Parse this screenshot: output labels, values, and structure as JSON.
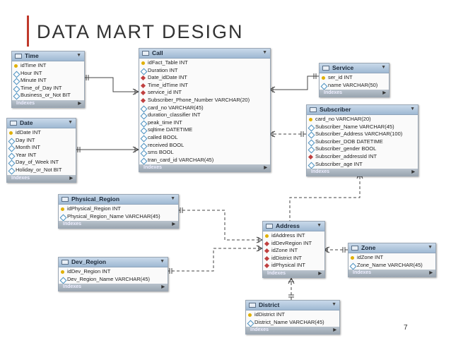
{
  "slide": {
    "title": "DATA MART DESIGN",
    "page_number": "7"
  },
  "indexes_label": "Indexes",
  "tables": {
    "time": {
      "name": "Time",
      "columns": [
        {
          "text": "idTime INT",
          "icon": "key"
        },
        {
          "text": "Hour INT",
          "icon": "column"
        },
        {
          "text": "Minute INT",
          "icon": "column"
        },
        {
          "text": "Time_of_Day INT",
          "icon": "column"
        },
        {
          "text": "Business_or_Not BIT",
          "icon": "column"
        }
      ]
    },
    "date": {
      "name": "Date",
      "columns": [
        {
          "text": "idDate INT",
          "icon": "key"
        },
        {
          "text": "Day INT",
          "icon": "column"
        },
        {
          "text": "Month INT",
          "icon": "column"
        },
        {
          "text": "Year INT",
          "icon": "column"
        },
        {
          "text": "Day_of_Week INT",
          "icon": "column"
        },
        {
          "text": "Holiday_or_Not BIT",
          "icon": "column"
        }
      ]
    },
    "call": {
      "name": "Call",
      "columns": [
        {
          "text": "idFact_Table INT",
          "icon": "key"
        },
        {
          "text": "Duration INT",
          "icon": "column"
        },
        {
          "text": "Date_idDate INT",
          "icon": "fk"
        },
        {
          "text": "Time_idTime INT",
          "icon": "fk"
        },
        {
          "text": "service_id INT",
          "icon": "fk"
        },
        {
          "text": "Subscriber_Phone_Number VARCHAR(20)",
          "icon": "fk"
        },
        {
          "text": "card_no VARCHAR(45)",
          "icon": "column"
        },
        {
          "text": "duration_classifier INT",
          "icon": "column"
        },
        {
          "text": "peak_time INT",
          "icon": "column"
        },
        {
          "text": "sqltime DATETIME",
          "icon": "column"
        },
        {
          "text": "called BOOL",
          "icon": "column"
        },
        {
          "text": "received BOOL",
          "icon": "column"
        },
        {
          "text": "sms BOOL",
          "icon": "column"
        },
        {
          "text": "tran_card_id VARCHAR(45)",
          "icon": "column"
        }
      ]
    },
    "service": {
      "name": "Service",
      "columns": [
        {
          "text": "ser_id INT",
          "icon": "key"
        },
        {
          "text": "name VARCHAR(50)",
          "icon": "column"
        }
      ]
    },
    "subscriber": {
      "name": "Subscriber",
      "columns": [
        {
          "text": "card_no VARCHAR(20)",
          "icon": "key"
        },
        {
          "text": "Subscriber_Name VARCHAR(45)",
          "icon": "column"
        },
        {
          "text": "Subscriber_Address VARCHAR(100)",
          "icon": "column"
        },
        {
          "text": "Subscriber_DOB DATETIME",
          "icon": "column"
        },
        {
          "text": "Subscriber_gender BOOL",
          "icon": "column"
        },
        {
          "text": "Subscriber_addressId INT",
          "icon": "fk"
        },
        {
          "text": "Subscriber_age INT",
          "icon": "column"
        }
      ]
    },
    "physical_region": {
      "name": "Physical_Region",
      "columns": [
        {
          "text": "idPhysical_Region INT",
          "icon": "key"
        },
        {
          "text": "Physical_Region_Name VARCHAR(45)",
          "icon": "column"
        }
      ]
    },
    "dev_region": {
      "name": "Dev_Region",
      "columns": [
        {
          "text": "idDev_Region INT",
          "icon": "key"
        },
        {
          "text": "Dev_Region_Name VARCHAR(45)",
          "icon": "column"
        }
      ]
    },
    "address": {
      "name": "Address",
      "columns": [
        {
          "text": "idAddress INT",
          "icon": "key"
        },
        {
          "text": "idDevRegion INT",
          "icon": "fk"
        },
        {
          "text": "idZone INT",
          "icon": "fk"
        },
        {
          "text": "idDistrict INT",
          "icon": "fk"
        },
        {
          "text": "idPhysical INT",
          "icon": "fk"
        }
      ]
    },
    "zone": {
      "name": "Zone",
      "columns": [
        {
          "text": "idZone INT",
          "icon": "key"
        },
        {
          "text": "Zone_Name VARCHAR(45)",
          "icon": "column"
        }
      ]
    },
    "district": {
      "name": "District",
      "columns": [
        {
          "text": "idDistrict INT",
          "icon": "key"
        },
        {
          "text": "District_Name VARCHAR(45)",
          "icon": "column"
        }
      ]
    }
  },
  "relationships": [
    {
      "from": "time",
      "to": "call"
    },
    {
      "from": "date",
      "to": "call"
    },
    {
      "from": "service",
      "to": "call"
    },
    {
      "from": "subscriber",
      "to": "call"
    },
    {
      "from": "address",
      "to": "subscriber"
    },
    {
      "from": "physical_region",
      "to": "address"
    },
    {
      "from": "dev_region",
      "to": "address"
    },
    {
      "from": "zone",
      "to": "address"
    },
    {
      "from": "district",
      "to": "address"
    }
  ]
}
